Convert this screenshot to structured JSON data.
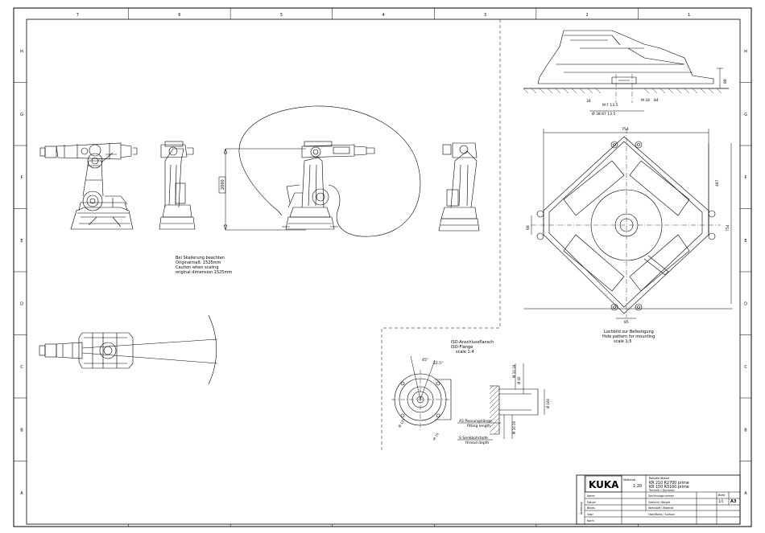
{
  "border": {
    "top_numbers": [
      "7",
      "6",
      "5",
      "4",
      "3",
      "2",
      "1"
    ],
    "left_letters": [
      "H",
      "G",
      "F",
      "E",
      "D",
      "C",
      "B",
      "A"
    ]
  },
  "views": {
    "arm_extent_dim": "2000",
    "scale_note": [
      "Bei Skalierung beachten",
      "Originalmaß: 1525mm",
      "Caution when scaling",
      "original dimension 1525mm"
    ],
    "base_side_dims": {
      "height": "88",
      "left": "34",
      "hole_spec": "M  F  13.5",
      "right": "M  34",
      "small": "84",
      "bottom": "Ø  38  87  13.5"
    },
    "base_top_dims": {
      "width": "754",
      "height1": "487",
      "height2": "754",
      "left": "68",
      "bottom": "85"
    },
    "base_top_caption": [
      "Lochbild zur Befestigung",
      "Hole pattern for mounting",
      "scale 1:5"
    ],
    "flange_title": [
      "ISO-Anschlussflansch",
      "ISO-Flange",
      "scale 1:4"
    ],
    "flange_dims": {
      "angle": "45°",
      "angle2": "22.5°",
      "d1": "Ø 125",
      "d2": "M 10",
      "d3": "Ø 40",
      "d4": "Ø 160",
      "h1": "M 10 18",
      "h2": "M 10 20"
    },
    "flange_notes": [
      {
        "de": "A5  Passungslänge",
        "en": "fitting length"
      },
      {
        "de": "S  Senkbohrtiefe",
        "en": "thread depth"
      }
    ]
  },
  "title_block": {
    "logo": "KUKA",
    "robot_title": [
      "Roboter/Robot",
      "KR 210 R2700 prime",
      "KR 150 R3100 prime",
      "Technik / Dynamic"
    ],
    "scale_label": "Maßstab",
    "scale_value": "1:20",
    "sheet_label": "Blatt",
    "sheet_value": "1/1",
    "format": "A3",
    "rows": [
      "Zeichnungsnummer",
      "Gewicht / Weight",
      "Werkstoff / Material",
      "Oberfläche / Surface"
    ],
    "left_rows": [
      "Name",
      "Datum",
      "Bearb.",
      "Gepr.",
      "Norm"
    ],
    "revision_label": "Änderung"
  }
}
